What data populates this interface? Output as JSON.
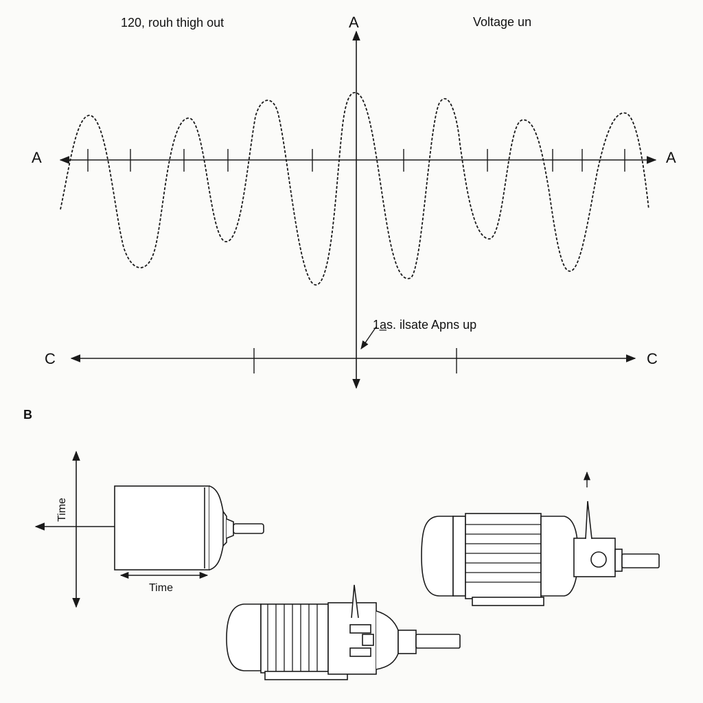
{
  "panel_a": {
    "top_left_note": "120, rouh thigh out",
    "top_center_label": "A",
    "top_right_note": "Voltage un",
    "left_axis_label": "A",
    "right_axis_label": "A",
    "pointer_note": "1a̲s. ilsate Apns up",
    "bottom_left_label": "C",
    "bottom_right_label": "C"
  },
  "panel_b": {
    "panel_label": "B",
    "vertical_axis_label": "Time",
    "horizontal_axis_label": "Time"
  },
  "colors": {
    "ink": "#1a1a1a",
    "background": "#fbfbf9"
  }
}
